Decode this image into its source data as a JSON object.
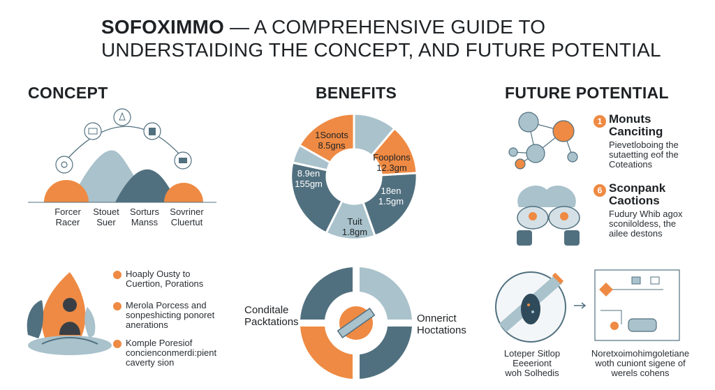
{
  "title": {
    "lead": "SOFOXIMMO",
    "rest_line1": " — A COMPREHENSIVE GUIDE TO",
    "line2": "UNDERSTAIDING THE CONCEPT, AND FUTURE POTENTIAL"
  },
  "concept": {
    "heading": "CONCEPT",
    "labels": [
      {
        "line1": "Forcer",
        "line2": "Racer"
      },
      {
        "line1": "Stouet",
        "line2": "Suer"
      },
      {
        "line1": "Sorturs",
        "line2": "Manss"
      },
      {
        "line1": "Sovriner",
        "line2": "Cluertut"
      }
    ],
    "bullets": [
      {
        "lines": [
          "Hoaply Ousty to",
          "Cuertion, Porations"
        ]
      },
      {
        "lines": [
          "Merola Porcess and",
          "sonpeshicting ponoret",
          "anerations"
        ]
      },
      {
        "lines": [
          "Komple Poresiof",
          "concienconmerdi:pient",
          "caverty sion"
        ]
      }
    ]
  },
  "benefits": {
    "heading": "BENEFITS",
    "donut_labels": [
      {
        "line1": "1Sonots",
        "line2": "8.5gns"
      },
      {
        "line1": "Fooplons",
        "line2": "12.3gm"
      },
      {
        "line1": "8.9en",
        "line2": "155gm"
      },
      {
        "line1": "18en",
        "line2": "1.5gm"
      },
      {
        "line1": "Tuit",
        "line2": "1.8gm"
      }
    ],
    "ring_left": {
      "line1": "Conditale",
      "line2": "Packtations"
    },
    "ring_right": {
      "line1": "Onnerict",
      "line2": "Hoctations"
    }
  },
  "future": {
    "heading": "FUTURE POTENTIAL",
    "items": [
      {
        "badge": "1",
        "title1": "Monuts",
        "title2": "Canciting",
        "lines": [
          "Pievetloboing the",
          "sutaetting eof the",
          "Coteations"
        ]
      },
      {
        "badge": "6",
        "title1": "Sconpank",
        "title2": "Caotions",
        "lines": [
          "Fudury Whib agox",
          "sconiloldess, the",
          "ailee destons"
        ]
      }
    ],
    "bottom_left": {
      "lines": [
        "Loteper Sitlop",
        "Eeeeriont",
        "woh Solhedis"
      ]
    },
    "bottom_right": {
      "lines": [
        "Noretxoimohimgoletiane",
        "woth cuniont sigene of",
        "werels cohens"
      ]
    }
  },
  "colors": {
    "orange": "#ee8a43",
    "slate": "#51707f",
    "light_blue": "#a9c2cc",
    "dark": "#1e2124"
  },
  "icons": [
    "gear-icon",
    "envelope-icon",
    "hand-icon",
    "jar-icon",
    "box-icon",
    "arrow-right-icon"
  ]
}
